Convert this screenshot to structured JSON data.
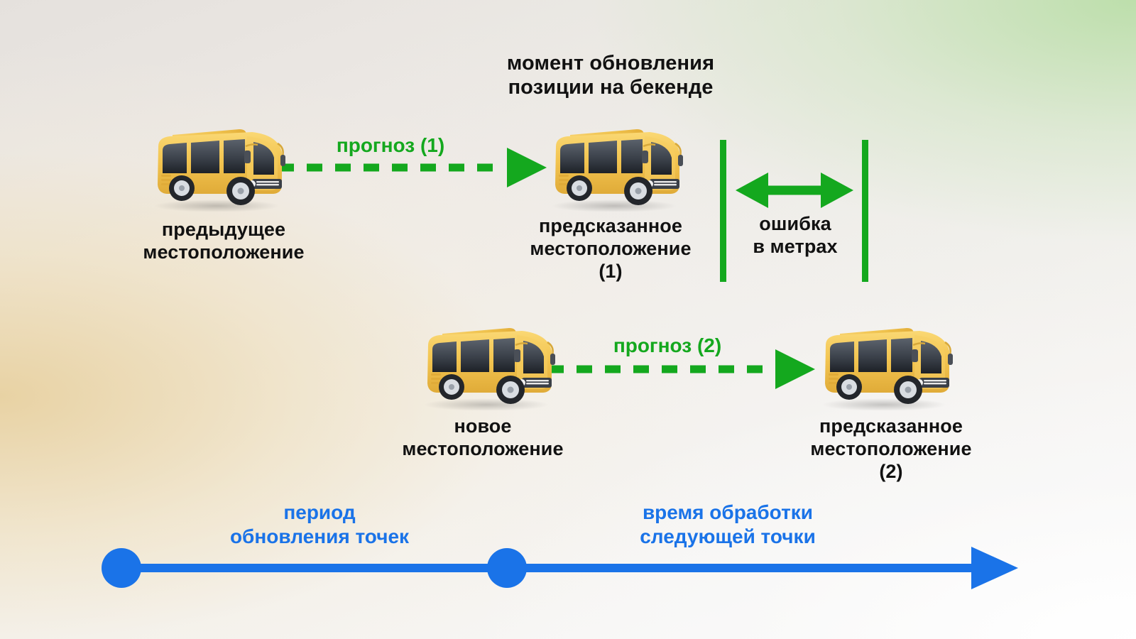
{
  "diagram": {
    "title_annotation": "момент обновления\nпозиции на бекенде",
    "colors": {
      "prediction_green": "#14a81e",
      "timeline_blue": "#1a73e8",
      "text_black": "#111111",
      "bus_yellow": "#f2c14b",
      "bus_window": "#3a3f47"
    },
    "buses": [
      {
        "name": "bus-previous-location",
        "alt": "yellow minibus"
      },
      {
        "name": "bus-predicted-location-1",
        "alt": "yellow minibus"
      },
      {
        "name": "bus-new-location",
        "alt": "yellow minibus"
      },
      {
        "name": "bus-predicted-location-2",
        "alt": "yellow minibus"
      }
    ],
    "labels": {
      "previous_location": "предыдущее\nместоположение",
      "predicted_location_1": "предсказанное\nместоположение\n(1)",
      "new_location": "новое\nместоположение",
      "predicted_location_2": "предсказанное\nместоположение\n(2)",
      "error_in_meters": "ошибка\nв метрах",
      "forecast_1": "прогноз (1)",
      "forecast_2": "прогноз (2)"
    },
    "timeline": {
      "segment_1_label": "период\nобновления точек",
      "segment_2_label": "время обработки\nследующей точки",
      "markers": [
        {
          "name": "timeline-point-start"
        },
        {
          "name": "timeline-point-update"
        }
      ]
    }
  }
}
